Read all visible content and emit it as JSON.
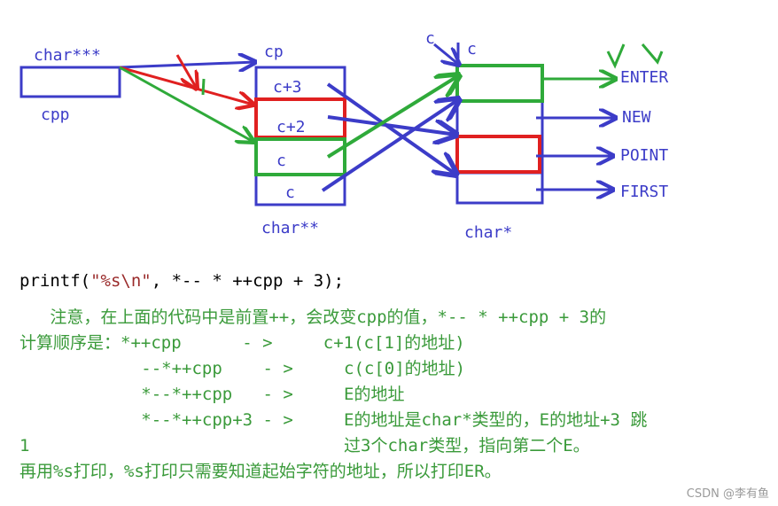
{
  "diagram": {
    "cpp_type": "char***",
    "cpp_name": "cpp",
    "cp_name": "cp",
    "cp_type": "char**",
    "cp_cells": [
      "c+3",
      "c+2",
      "c",
      "c"
    ],
    "c_name_a": "c",
    "c_name_b": "c",
    "c_type": "char*",
    "strings": [
      "ENTER",
      "NEW",
      "POINT",
      "FIRST"
    ]
  },
  "code": {
    "prefix": "printf(",
    "fmt": "\"%s\\n\"",
    "rest": ", *-- * ++cpp + 3);"
  },
  "explanation": {
    "line1": "   注意，在上面的代码中是前置++，会改变cpp的值，*-- * ++cpp + 3的",
    "line2": "计算顺序是：*++cpp      - >     c+1(c[1]的地址)",
    "line3": "            --*++cpp    - >     c(c[0]的地址)",
    "line4": "            *--*++cpp   - >     E的地址",
    "line5": "            *--*++cpp+3 - >     E的地址是char*类型的，E的地址+3 跳",
    "line6": "1                               过3个char类型，指向第二个E。",
    "line7": "再用%s打印，%s打印只需要知道起始字符的地址，所以打印ER。"
  },
  "watermark": "CSDN @李有鱼",
  "colors": {
    "blue": "#3c3cc8",
    "red": "#e02020",
    "green": "#2faa3a"
  }
}
